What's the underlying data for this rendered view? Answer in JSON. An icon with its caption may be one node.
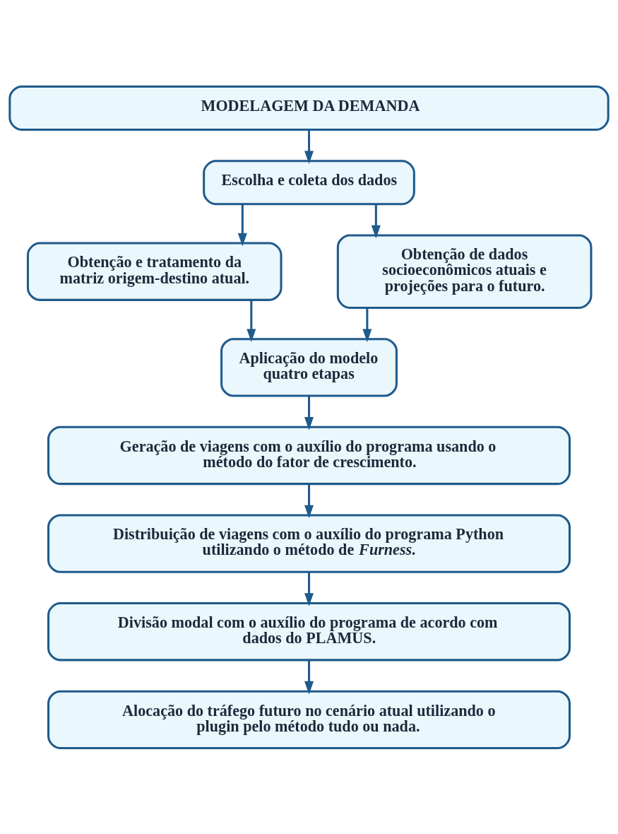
{
  "diagram": {
    "nodes": [
      {
        "text": [
          "MODELAGEM DA DEMANDA"
        ]
      },
      {
        "text": [
          "Escolha e coleta dos dados"
        ]
      },
      {
        "text": [
          "Obtenção e tratamento da matriz origem-destino atual."
        ]
      },
      {
        "text": [
          "Obtenção de dados socioeconômicos atuais e projeções para o futuro."
        ]
      },
      {
        "text": [
          "Aplicação do modelo quatro etapas"
        ]
      },
      {
        "text": [
          "Geração de viagens com o auxílio do programa usando o método do fator de crescimento."
        ]
      },
      {
        "text": [
          "Distribuição de viagens com o auxílio do programa Python utilizando o método de *Furness*."
        ]
      },
      {
        "text": [
          "Divisão modal com o auxílio do programa de acordo com dados do PLAMUS."
        ]
      },
      {
        "text": [
          "Alocação do tráfego futuro no cenário atual utilizando o plugin pelo método tudo ou nada."
        ]
      }
    ],
    "edges": [
      {
        "from": 0,
        "to": 1,
        "arrow": "to"
      },
      {
        "from": 1,
        "to": 2,
        "arrow": "to"
      },
      {
        "from": 1,
        "to": 3,
        "arrow": "to"
      },
      {
        "from": 2,
        "to": 4,
        "arrow": "to"
      },
      {
        "from": 3,
        "to": 4,
        "arrow": "to"
      },
      {
        "from": 4,
        "to": 5,
        "arrow": "to"
      },
      {
        "from": 5,
        "to": 6,
        "arrow": "to"
      },
      {
        "from": 6,
        "to": 7,
        "arrow": "to"
      },
      {
        "from": 7,
        "to": 8,
        "arrow": "to"
      }
    ]
  }
}
